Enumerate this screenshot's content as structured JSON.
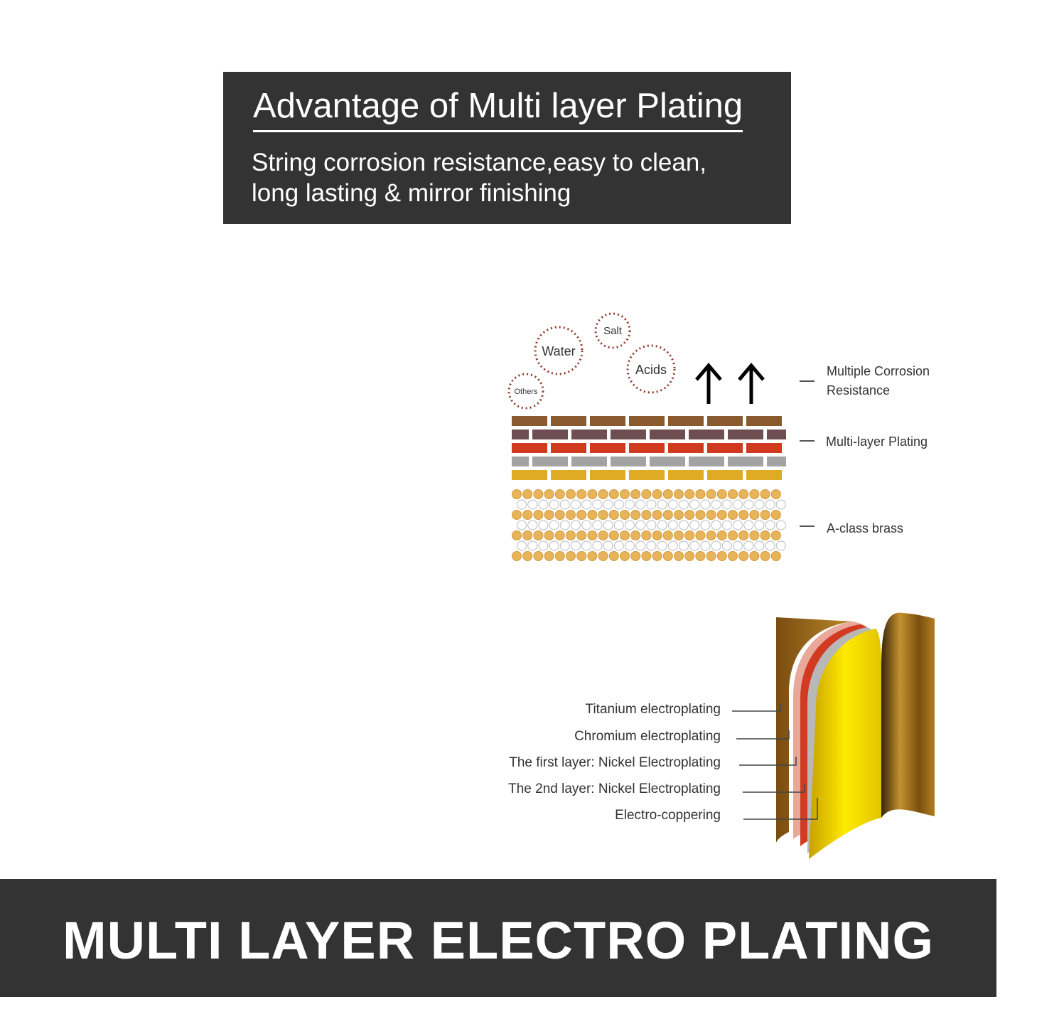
{
  "header": {
    "title": "Advantage of Multi layer Plating",
    "subtitle_line1": "String corrosion resistance,easy to clean,",
    "subtitle_line2": "long lasting & mirror finishing"
  },
  "corrosion_diagram": {
    "agents": [
      "Water",
      "Salt",
      "Acids",
      "Others"
    ],
    "labels": {
      "resistance_line1": "Multiple Corrosion",
      "resistance_line2": "Resistance",
      "plating": "Multi-layer Plating",
      "brass": "A-class brass"
    },
    "layer_colors": [
      "#8a5a2e",
      "#6e4e50",
      "#d03a1f",
      "#a3a3a3",
      "#e0ab24"
    ],
    "brass_colors": [
      "#e8b45a",
      "#ffffff"
    ]
  },
  "sheet_diagram": {
    "labels": [
      "Titanium electroplating",
      "Chromium electroplating",
      "The first layer: Nickel Electroplating",
      "The 2nd layer: Nickel Electroplating",
      "Electro-coppering"
    ],
    "colors": {
      "back": "#a06a1c",
      "pink": "#e8a89a",
      "red": "#d33a22",
      "grey": "#b8b8b8",
      "gold": "#f2d400"
    }
  },
  "footer": {
    "title": "MULTI LAYER ELECTRO PLATING"
  }
}
